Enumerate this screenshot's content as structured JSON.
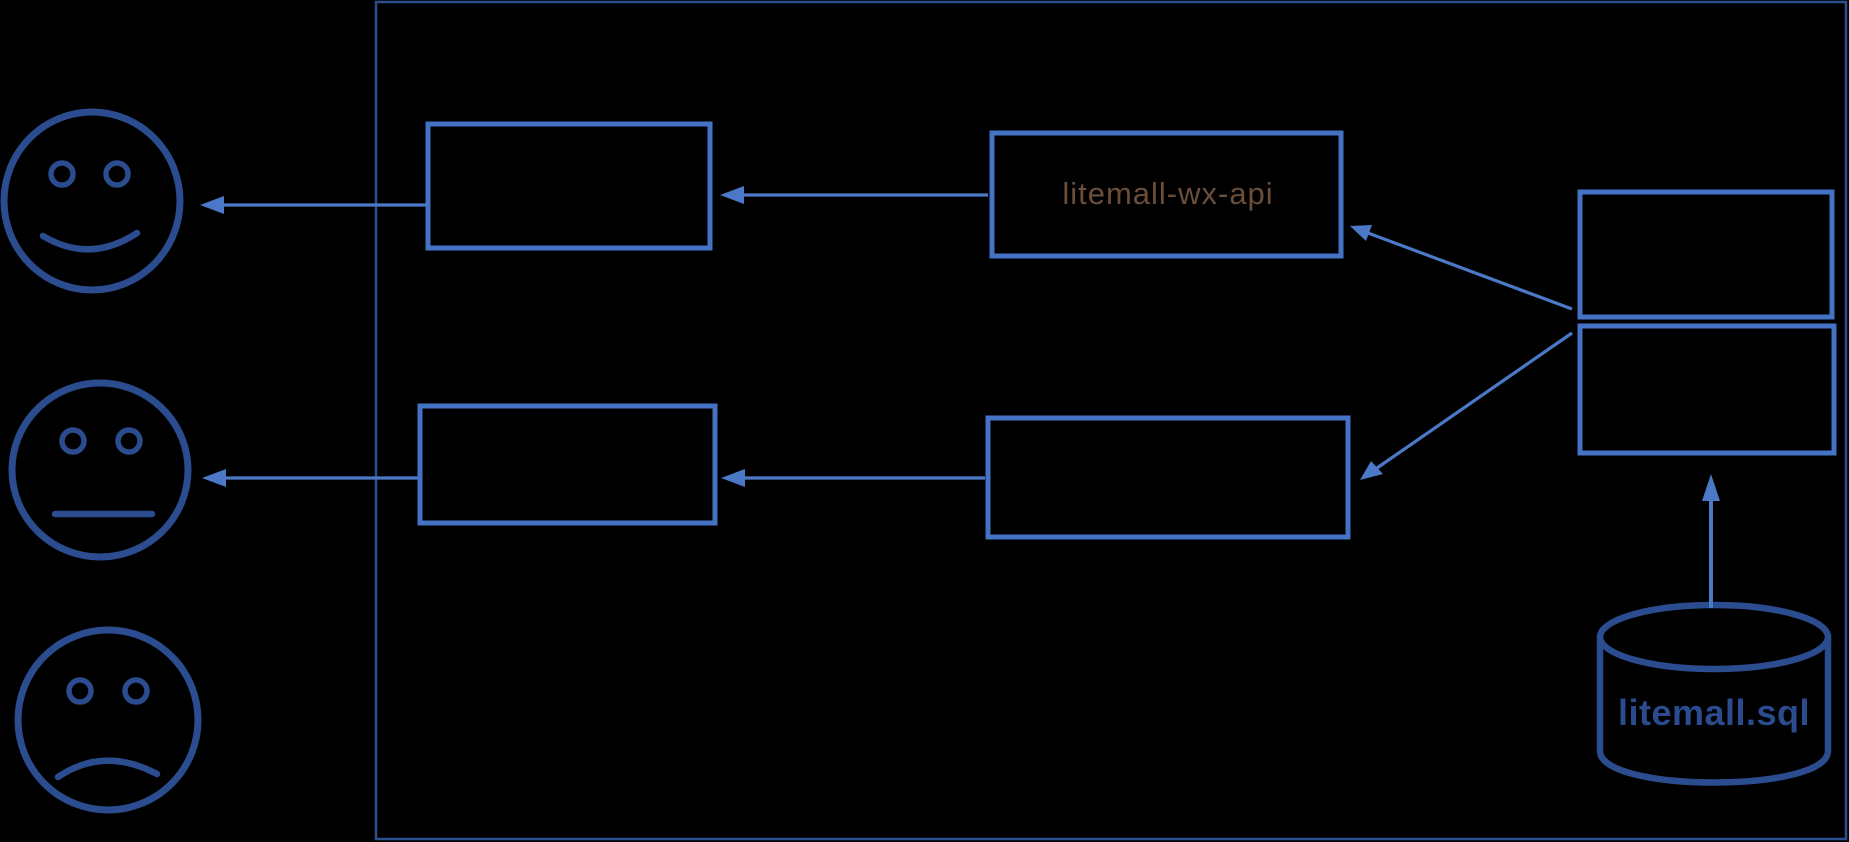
{
  "colors": {
    "background": "#000000",
    "frame_border": "#2c4e90",
    "box_border": "#4472c4",
    "arrow_color": "#4b79c7",
    "face_stroke": "#2b4c8e",
    "db_stroke": "#2b4c8e",
    "wx_api_label_color": "#6b4e39",
    "db_label_color": "#2a4b8d"
  },
  "diagram": {
    "actors": {
      "top": "happy",
      "middle": "neutral",
      "bottom": "sad"
    },
    "nodes": {
      "wx_client_box": {
        "label": ""
      },
      "wx_api_box": {
        "label": "litemall-wx-api"
      },
      "admin_client_box": {
        "label": ""
      },
      "admin_api_box": {
        "label": ""
      },
      "backend_box_top": {
        "label": ""
      },
      "backend_box_bottom": {
        "label": ""
      },
      "database": {
        "label": "litemall.sql"
      }
    }
  }
}
